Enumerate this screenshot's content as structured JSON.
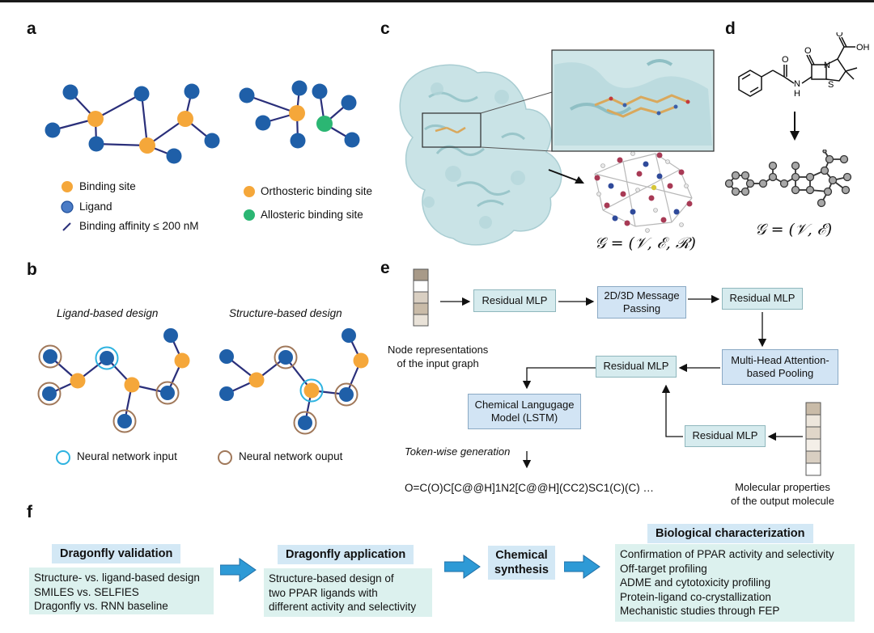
{
  "panels": {
    "a": "a",
    "b": "b",
    "c": "c",
    "d": "d",
    "e": "e",
    "f": "f"
  },
  "colors": {
    "node_blue": "#1f5fa8",
    "node_orange": "#f5a73a",
    "node_green": "#2bb673",
    "edge": "#2a2f7a",
    "box_teal": "#d6ebee",
    "box_blue": "#d2e4f4",
    "arrow_blue": "#2e9ad6"
  },
  "panel_a": {
    "legend": {
      "binding_site": "Binding site",
      "ligand": "Ligand",
      "affinity": "Binding affinity ≤ 200 nM",
      "orthosteric": "Orthosteric binding site",
      "allosteric": "Allosteric binding site"
    }
  },
  "panel_b": {
    "ligand_title": "Ligand-based design",
    "structure_title": "Structure-based design",
    "nn_input": "Neural network input",
    "nn_output": "Neural network ouput"
  },
  "panel_c": {
    "formula": "𝒢 = (𝒱, ℰ, ℛ)"
  },
  "panel_d": {
    "formula": "𝒢 = (𝒱, ℰ)",
    "atoms": {
      "O1": "O",
      "O2": "O",
      "OH": "OH",
      "N1": "N",
      "H": "H",
      "N2": "N",
      "S": "S"
    }
  },
  "panel_e": {
    "node_repr": "Node representations\nof the input graph",
    "residual_mlp_1": "Residual MLP",
    "message_passing": "2D/3D Message\nPassing",
    "residual_mlp_2": "Residual MLP",
    "attention_pooling": "Multi-Head Attention-\nbased Pooling",
    "residual_mlp_3": "Residual MLP",
    "clm": "Chemical Langugage\nModel (LSTM)",
    "residual_mlp_4": "Residual MLP",
    "token_wise": "Token-wise generation",
    "smiles": "O=C(O)C[C@@H]1N2[C@@H](CC2)SC1(C)(C) …",
    "mol_props": "Molecular properties\nof the output molecule"
  },
  "panel_f": {
    "validation_title": "Dragonfly validation",
    "validation_items": [
      "Structure- vs. ligand-based design",
      "SMILES vs. SELFIES",
      "Dragonfly vs. RNN baseline"
    ],
    "application_title": "Dragonfly application",
    "application_text": "Structure-based design of\ntwo PPAR ligands with\ndifferent activity and selectivity",
    "synthesis_title": "Chemical\nsynthesis",
    "bio_title": "Biological characterization",
    "bio_items": [
      "Confirmation of PPAR activity and selectivity",
      "Off-target profiling",
      "ADME and cytotoxicity profiling",
      "Protein-ligand co-crystallization",
      "Mechanistic studies through FEP"
    ]
  }
}
